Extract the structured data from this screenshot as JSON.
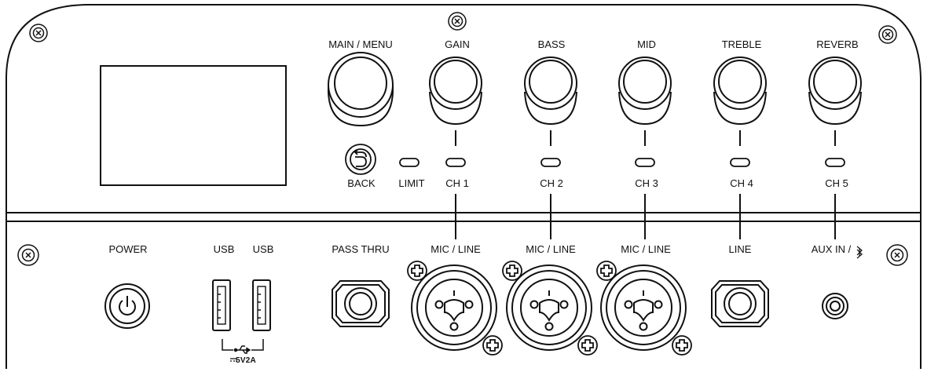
{
  "top_section": {
    "knobs": [
      {
        "label": "MAIN / MENU",
        "icon": "knob"
      },
      {
        "label": "GAIN",
        "icon": "knob"
      },
      {
        "label": "BASS",
        "icon": "knob"
      },
      {
        "label": "MID",
        "icon": "knob"
      },
      {
        "label": "TREBLE",
        "icon": "knob"
      },
      {
        "label": "REVERB",
        "icon": "knob"
      }
    ],
    "back_label": "BACK",
    "limit_label": "LIMIT",
    "channels": [
      "CH 1",
      "CH 2",
      "CH 3",
      "CH 4",
      "CH 5"
    ]
  },
  "bottom_section": {
    "power_label": "POWER",
    "usb_labels": [
      "USB",
      "USB"
    ],
    "usb_rating": "5V2A",
    "pass_thru_label": "PASS THRU",
    "inputs": [
      {
        "label": "MIC / LINE",
        "type": "combo-xlr"
      },
      {
        "label": "MIC / LINE",
        "type": "combo-xlr"
      },
      {
        "label": "MIC / LINE",
        "type": "combo-xlr"
      },
      {
        "label": "LINE",
        "type": "quarter-inch"
      },
      {
        "label": "AUX IN /",
        "type": "eighth-inch",
        "icon": "bluetooth-icon"
      }
    ]
  },
  "colors": {
    "line": "#111111",
    "background": "#ffffff"
  }
}
